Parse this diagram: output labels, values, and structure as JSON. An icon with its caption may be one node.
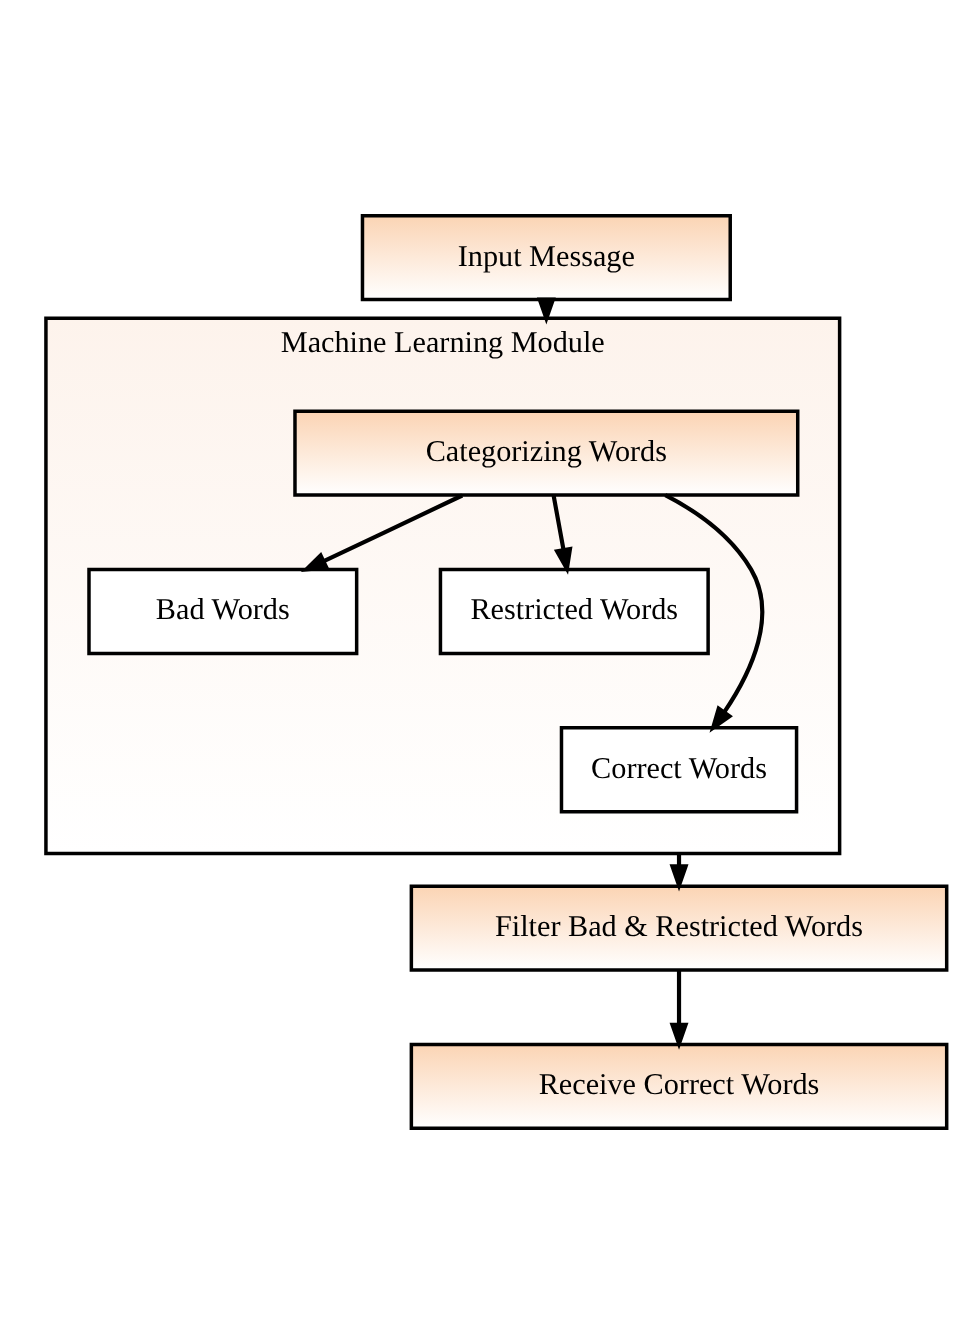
{
  "diagram": {
    "nodes": [
      {
        "text": [
          "Input Message"
        ]
      },
      {
        "text": [
          "Machine Learning Module"
        ]
      },
      {
        "text": [
          "Categorizing Words"
        ],
        "in": 1
      },
      {
        "text": [
          "Bad Words"
        ],
        "in": 1
      },
      {
        "text": [
          "Restricted Words"
        ],
        "in": 1
      },
      {
        "text": [
          "Correct Words"
        ],
        "in": 1
      },
      {
        "text": [
          "Filter Bad & Restricted Words"
        ]
      },
      {
        "text": [
          "Receive Correct Words"
        ]
      }
    ],
    "edges": [
      {
        "from": 0,
        "to": 1,
        "arrow": "to"
      },
      {
        "from": 2,
        "to": 3,
        "arrow": "to"
      },
      {
        "from": 2,
        "to": 5,
        "arrow": "to"
      },
      {
        "from": 2,
        "to": 4,
        "arrow": "to"
      },
      {
        "from": 1,
        "to": 6,
        "arrow": "to"
      },
      {
        "from": 6,
        "to": 7,
        "arrow": "to"
      }
    ]
  }
}
